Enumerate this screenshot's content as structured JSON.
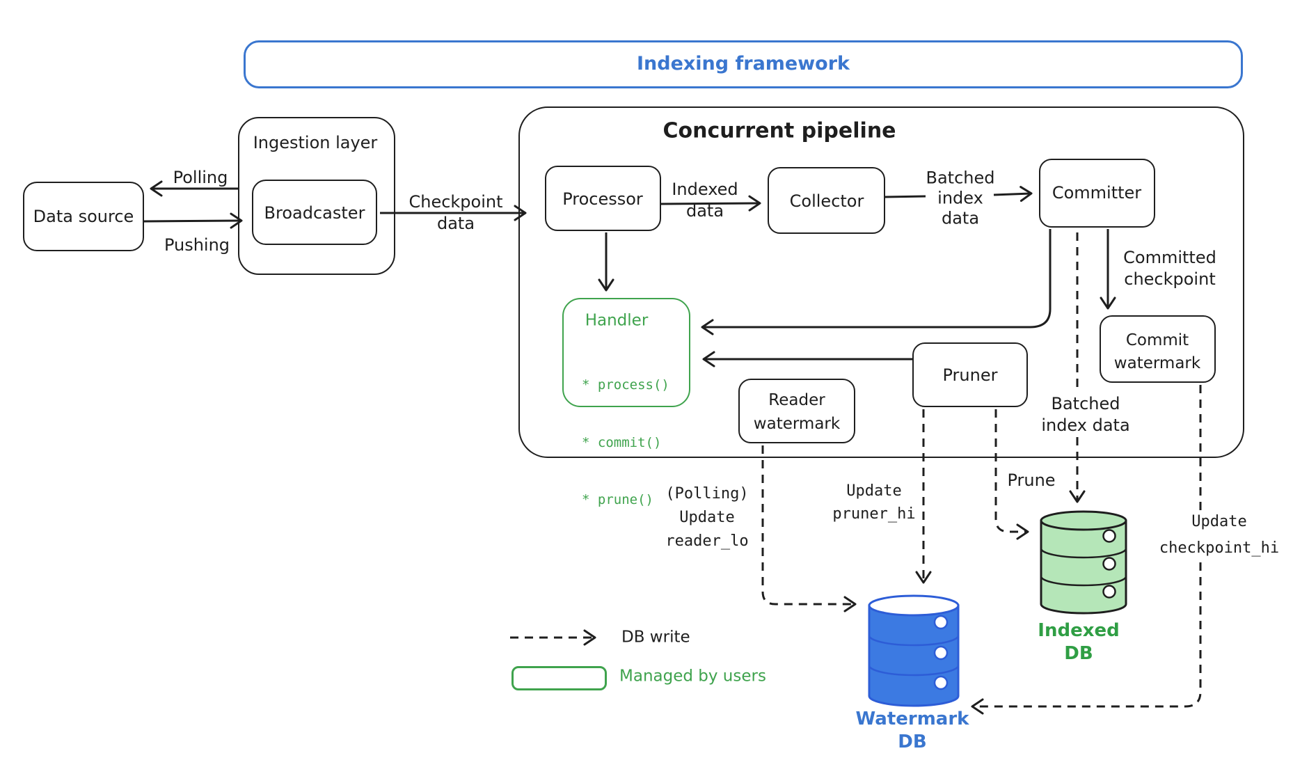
{
  "banner": {
    "label": "Indexing framework"
  },
  "groups": {
    "ingestion_layer": "Ingestion layer",
    "concurrent_pipeline": "Concurrent pipeline"
  },
  "nodes": {
    "data_source": "Data source",
    "broadcaster": "Broadcaster",
    "processor": "Processor",
    "collector": "Collector",
    "committer": "Committer",
    "handler_title": "Handler",
    "handler_methods": [
      "* process()",
      "* commit()",
      "* prune()"
    ],
    "reader_watermark": "Reader\nwatermark",
    "pruner": "Pruner",
    "commit_watermark": "Commit\nwatermark"
  },
  "databases": {
    "watermark_db": "Watermark\nDB",
    "indexed_db": "Indexed\nDB"
  },
  "edges": {
    "polling": "Polling",
    "pushing": "Pushing",
    "checkpoint_data": "Checkpoint\ndata",
    "indexed_data": "Indexed\ndata",
    "batched_index_data": "Batched\nindex\ndata",
    "committed_checkpoint": "Committed\ncheckpoint",
    "batched_index_data_to_db": "Batched\nindex data",
    "prune": "Prune",
    "update_pruner_hi": "Update\npruner_hi",
    "update_reader_lo": "(Polling)\nUpdate\nreader_lo",
    "update_checkpoint_hi": "Update\ncheckpoint_hi"
  },
  "legend": {
    "db_write": "DB write",
    "managed_by_users": "Managed by users"
  },
  "colors": {
    "ink": "#1e1e1e",
    "blue": "#3a76cf",
    "blue_fill": "#3c7ae2",
    "blue_stroke": "#2d5dd7",
    "green": "#3fa34d",
    "green_text": "#2f9e44",
    "green_fill": "#b5e6b8"
  }
}
